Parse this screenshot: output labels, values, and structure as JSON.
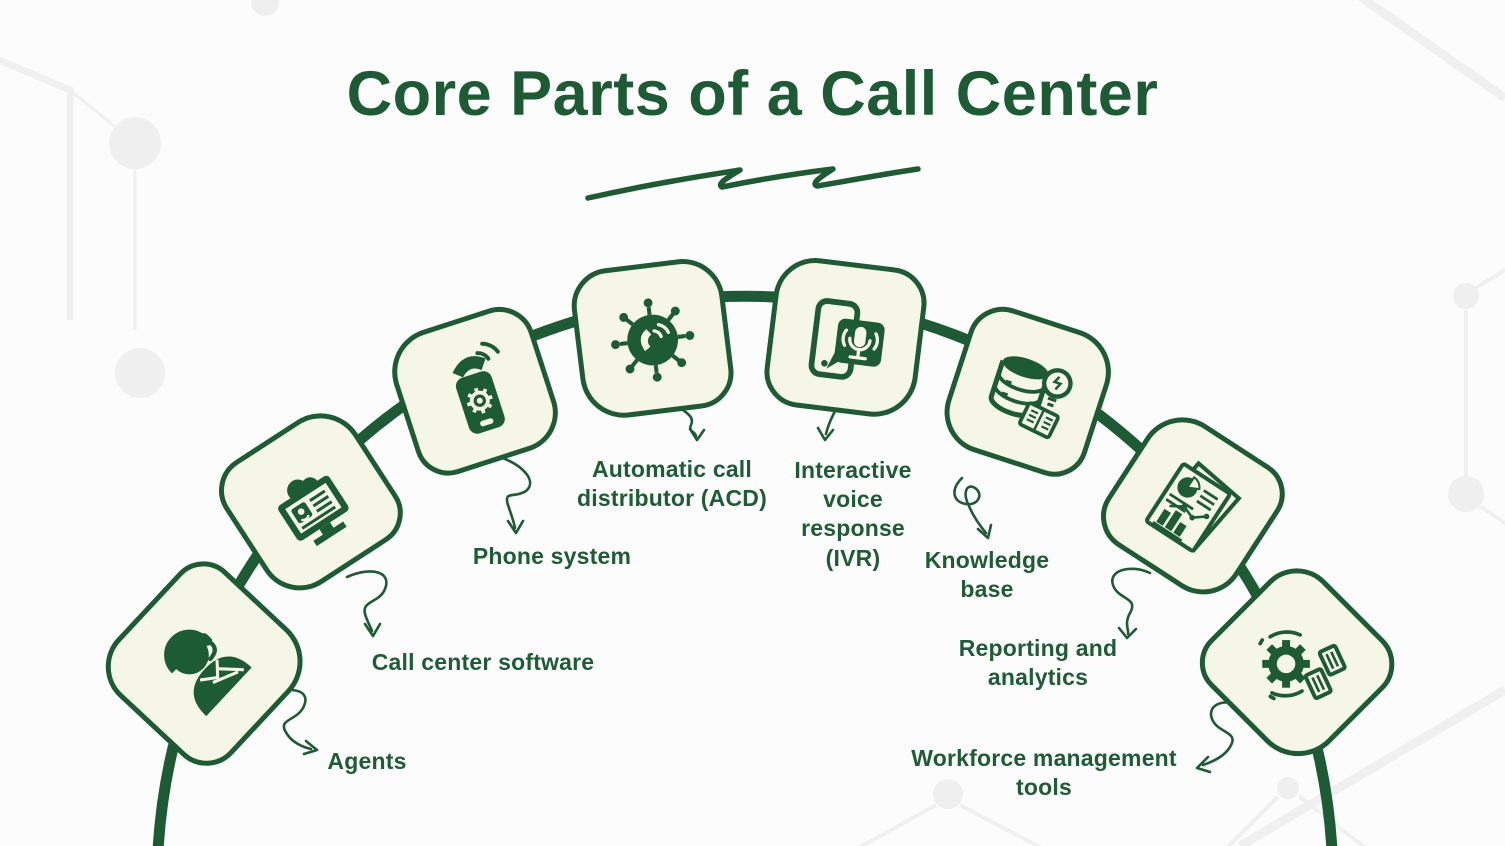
{
  "title": "Core Parts of a Call Center",
  "colors": {
    "accent_green": "#1c5b34",
    "box_fill": "#f5f6e6",
    "background": "#fcfcfc",
    "pattern_gray": "#efefef"
  },
  "items": [
    {
      "label": "Agents",
      "icon": "agent-headset-icon"
    },
    {
      "label": "Call center software",
      "icon": "monitor-cloud-icon"
    },
    {
      "label": "Phone system",
      "icon": "phone-gear-icon"
    },
    {
      "label": "Automatic call distributor (ACD)",
      "icon": "call-distributor-hub-icon"
    },
    {
      "label": "Interactive voice response (IVR)",
      "icon": "phone-voice-assistant-icon"
    },
    {
      "label": "Knowledge base",
      "icon": "database-lightbulb-icon"
    },
    {
      "label": "Reporting and analytics",
      "icon": "report-charts-icon"
    },
    {
      "label": "Workforce management tools",
      "icon": "gear-schedule-icon"
    }
  ]
}
